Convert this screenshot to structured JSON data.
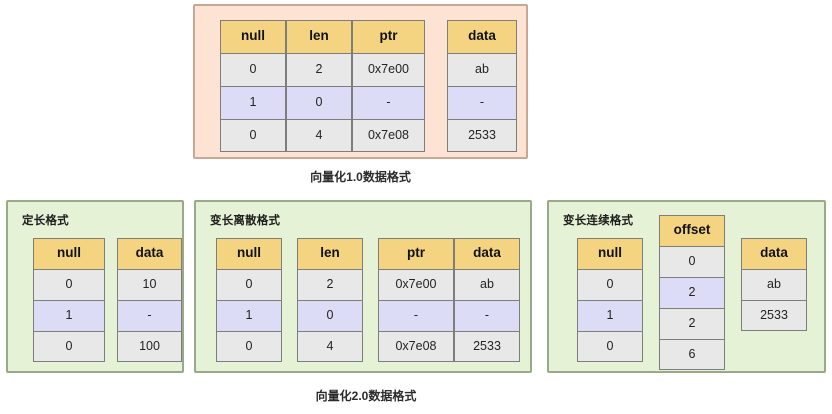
{
  "figure": {
    "top_caption": "向量化1.0数据格式",
    "bottom_caption": "向量化2.0数据格式"
  },
  "colors": {
    "panel_pink": "#fce3d4",
    "panel_green": "#e6f2d5",
    "header_yellow": "#f4d480",
    "cell_gray": "#e8e8e8",
    "row_selected": "#dcdcf6",
    "border_gray": "#7d7d7d"
  },
  "v1": {
    "title": "",
    "columns": [
      {
        "name": "null-column",
        "header": "null",
        "cells": [
          "0",
          "1",
          "0"
        ],
        "selected_index": 1
      },
      {
        "name": "len-column",
        "header": "len",
        "cells": [
          "2",
          "0",
          "4"
        ],
        "selected_index": 1
      },
      {
        "name": "ptr-column",
        "header": "ptr",
        "cells": [
          "0x7e00",
          "-",
          "0x7e08"
        ],
        "selected_index": 1
      },
      {
        "name": "data-column",
        "header": "data",
        "cells": [
          "ab",
          "-",
          "2533"
        ],
        "selected_index": 1
      }
    ]
  },
  "v2": {
    "panels": [
      {
        "name": "fixed-length-panel",
        "title": "定长格式",
        "columns": [
          {
            "name": "null-column",
            "header": "null",
            "cells": [
              "0",
              "1",
              "0"
            ],
            "selected_index": 1
          },
          {
            "name": "data-column",
            "header": "data",
            "cells": [
              "10",
              "-",
              "100"
            ],
            "selected_index": 1
          }
        ]
      },
      {
        "name": "variable-length-discrete-panel",
        "title": "变长离散格式",
        "columns": [
          {
            "name": "null-column",
            "header": "null",
            "cells": [
              "0",
              "1",
              "0"
            ],
            "selected_index": 1
          },
          {
            "name": "len-column",
            "header": "len",
            "cells": [
              "2",
              "0",
              "4"
            ],
            "selected_index": 1
          },
          {
            "name": "ptr-column",
            "header": "ptr",
            "cells": [
              "0x7e00",
              "-",
              "0x7e08"
            ],
            "selected_index": 1
          },
          {
            "name": "data-column",
            "header": "data",
            "cells": [
              "ab",
              "-",
              "2533"
            ],
            "selected_index": 1
          }
        ]
      },
      {
        "name": "variable-length-continuous-panel",
        "title": "变长连续格式",
        "columns": [
          {
            "name": "null-column",
            "header": "null",
            "cells": [
              "0",
              "1",
              "0"
            ],
            "selected_index": 1
          },
          {
            "name": "offset-column",
            "header": "offset",
            "cells": [
              "0",
              "2",
              "2",
              "6"
            ],
            "selected_index": 1
          },
          {
            "name": "data-column",
            "header": "data",
            "cells": [
              "ab",
              "2533"
            ],
            "selected_index": -1
          }
        ]
      }
    ]
  }
}
